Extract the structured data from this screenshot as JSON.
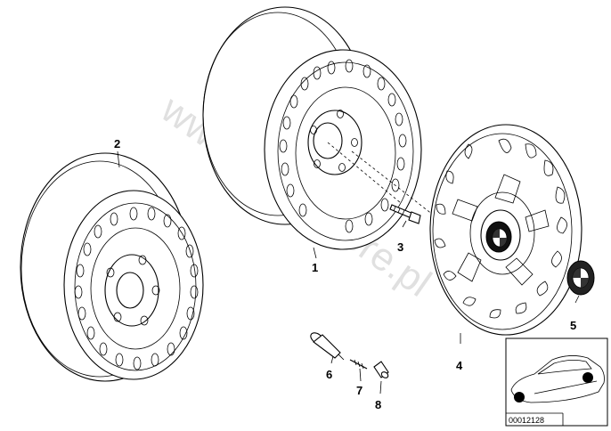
{
  "watermark": "www.BMWstore.pl",
  "diagram_code": "00012128",
  "parts": [
    {
      "number": "1"
    },
    {
      "number": "2"
    },
    {
      "number": "3"
    },
    {
      "number": "4"
    },
    {
      "number": "5"
    },
    {
      "number": "6"
    },
    {
      "number": "7"
    },
    {
      "number": "8"
    }
  ]
}
